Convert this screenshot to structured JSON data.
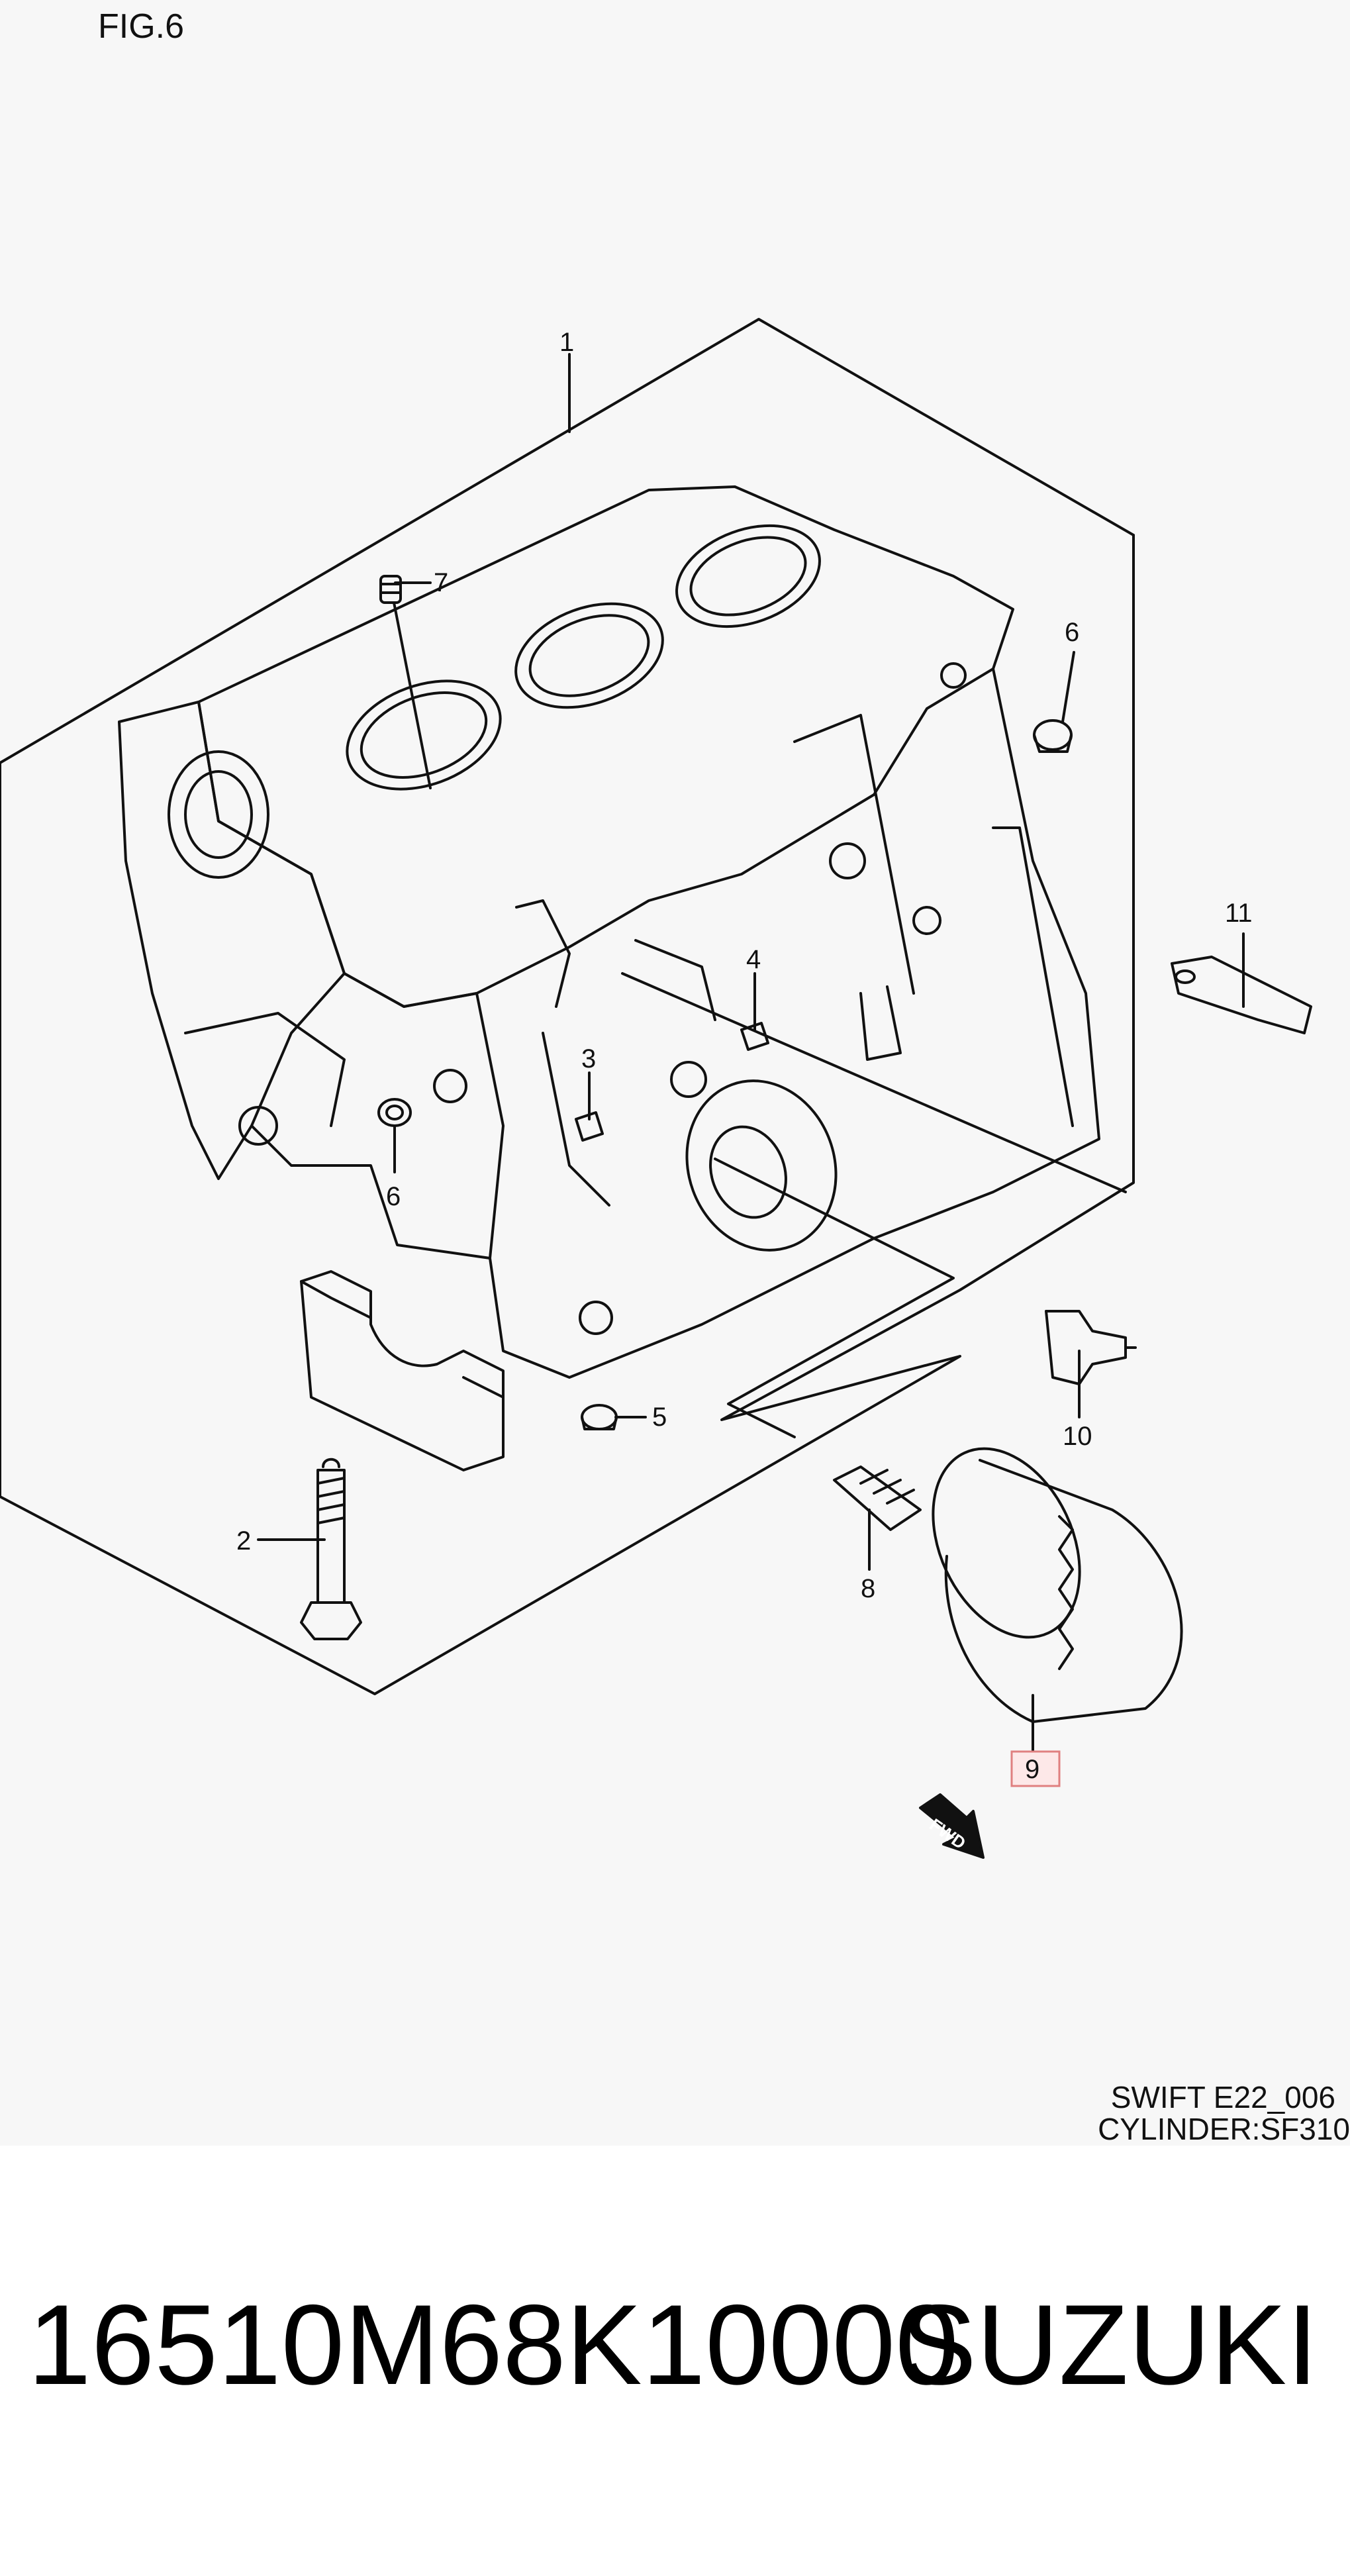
{
  "figure": {
    "title": "FIG.6",
    "model_line_1": "SWIFT E22_006",
    "model_line_2": "CYLINDER:SF310",
    "fwd_label": "FWD"
  },
  "callouts": [
    {
      "id": "1",
      "label": "1",
      "highlighted": false
    },
    {
      "id": "2",
      "label": "2",
      "highlighted": false
    },
    {
      "id": "3",
      "label": "3",
      "highlighted": false
    },
    {
      "id": "4",
      "label": "4",
      "highlighted": false
    },
    {
      "id": "5",
      "label": "5",
      "highlighted": false
    },
    {
      "id": "6a",
      "label": "6",
      "highlighted": false
    },
    {
      "id": "6b",
      "label": "6",
      "highlighted": false
    },
    {
      "id": "7",
      "label": "7",
      "highlighted": false
    },
    {
      "id": "8",
      "label": "8",
      "highlighted": false
    },
    {
      "id": "9",
      "label": "9",
      "highlighted": true
    },
    {
      "id": "10",
      "label": "10",
      "highlighted": false
    },
    {
      "id": "11",
      "label": "11",
      "highlighted": false
    }
  ],
  "footer": {
    "part_number": "16510M68K10000",
    "brand": "SUZUKI"
  },
  "colors": {
    "diagram_background": "#f7f7f7",
    "line": "#111111",
    "highlight_box": "#e08080",
    "highlight_fill": "#fde8e8"
  }
}
